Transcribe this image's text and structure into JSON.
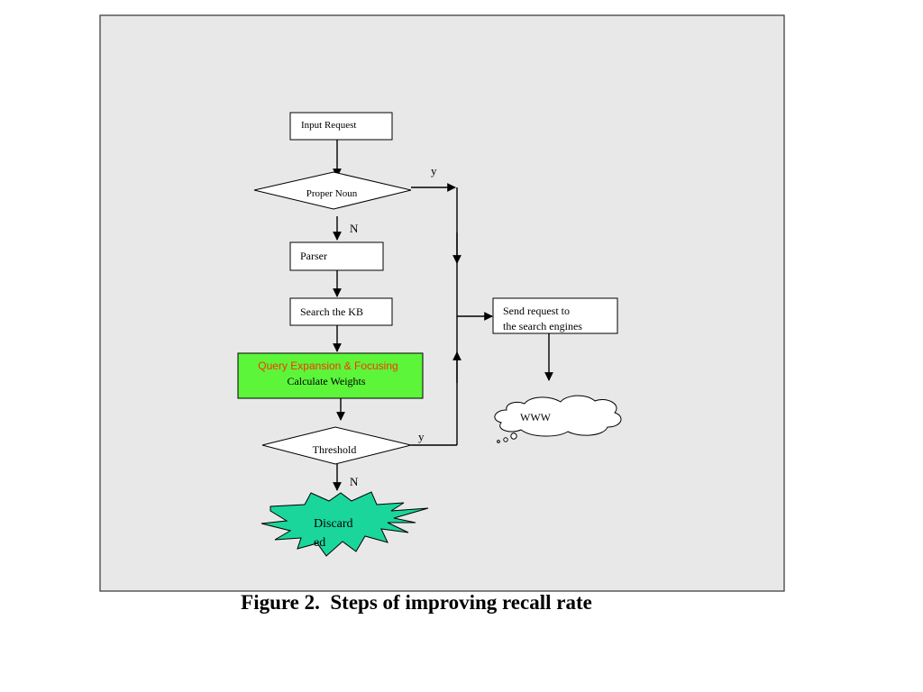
{
  "colors": {
    "panel_background": "#e8e8e8",
    "query_box_fill": "#5cf53a",
    "query_expansion_text": "#ff3300",
    "discard_burst_fill": "#1ad69a",
    "line": "#000000"
  },
  "nodes": {
    "input_request": "Input Request",
    "proper_noun": "Proper Noun",
    "parser": "Parser",
    "search_kb": "Search the KB",
    "query_expansion": "Query Expansion & Focusing",
    "calculate_weights": "Calculate Weights",
    "threshold": "Threshold",
    "discarded_line1": "Discard",
    "discarded_line2": "ed",
    "send_request_line1": "Send request to",
    "send_request_line2": "the search engines",
    "www": "WWW"
  },
  "edge_labels": {
    "proper_noun_yes": "y",
    "proper_noun_no": "N",
    "threshold_yes": "y",
    "threshold_no": "N"
  },
  "caption": "Figure 2.  Steps of improving recall rate"
}
